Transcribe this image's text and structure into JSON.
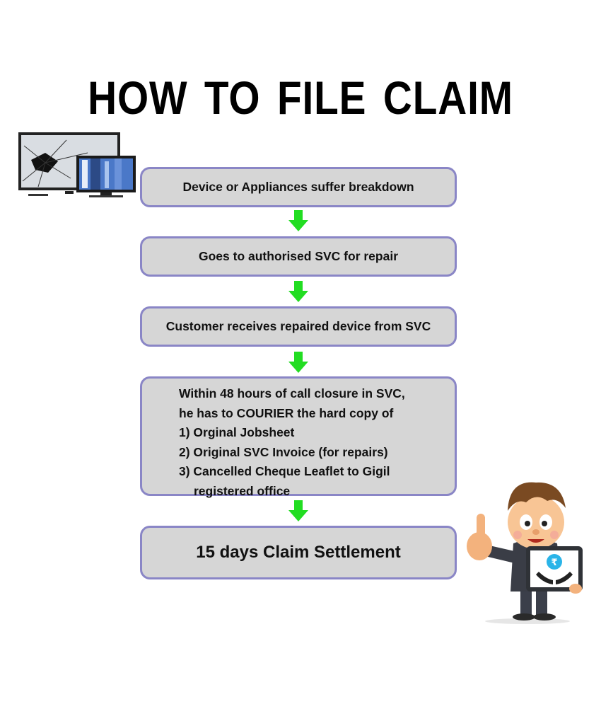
{
  "title": "HOW TO FILE CLAIM",
  "steps": [
    {
      "text": "Device or Appliances suffer breakdown"
    },
    {
      "text": "Goes to authorised SVC for repair"
    },
    {
      "text": "Customer receives repaired device from SVC"
    },
    {
      "lines": [
        "Within 48 hours of call closure in SVC,",
        "he has to COURIER the hard copy of",
        "1) Orginal Jobsheet",
        "2) Original SVC Invoice (for repairs)",
        "3) Cancelled Cheque Leaflet to Gigil",
        "registered office"
      ]
    },
    {
      "text": "15 days Claim Settlement"
    }
  ],
  "icons": {
    "arrow": "down-arrow-icon",
    "tv": "broken-tv-icon",
    "mascot": "thumbs-up-mascot-icon",
    "rupee": "rupee-bag-icon"
  },
  "colors": {
    "box_fill": "#d6d6d6",
    "box_border": "#8a86c6",
    "arrow": "#22dd22",
    "title": "#000000"
  }
}
